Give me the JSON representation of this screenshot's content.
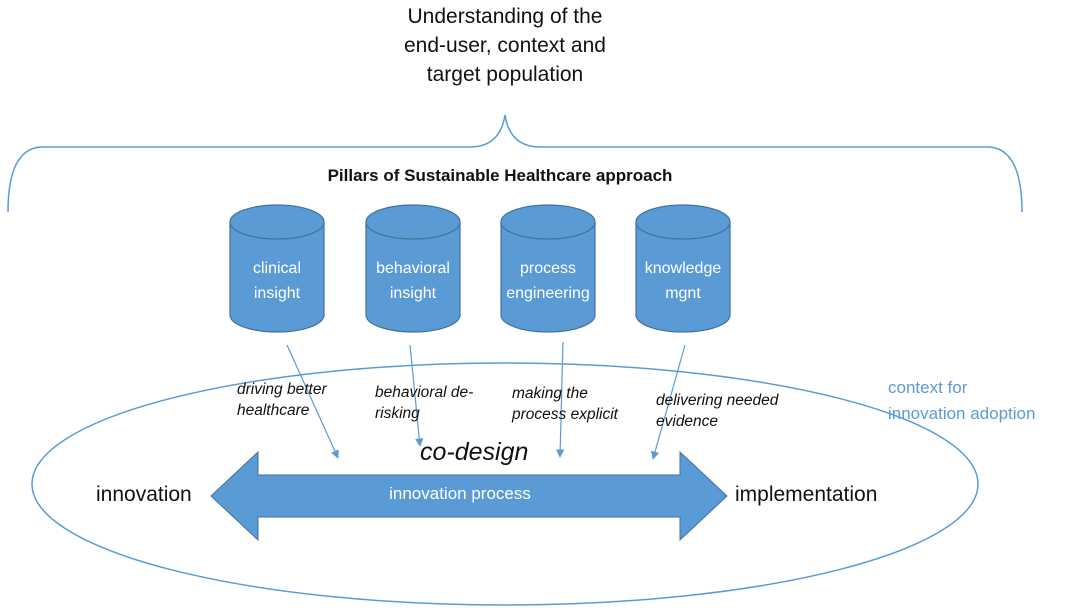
{
  "top_title": {
    "lines": [
      "Understanding of  the",
      "end-user, context and",
      "target population"
    ]
  },
  "pillars_title": "Pillars of Sustainable Healthcare approach",
  "pillars": [
    {
      "line1": "clinical",
      "line2": "insight",
      "contribution_line1": "driving better",
      "contribution_line2": "healthcare"
    },
    {
      "line1": "behavioral",
      "line2": "insight",
      "contribution_line1": "behavioral de-",
      "contribution_line2": "risking"
    },
    {
      "line1": "process",
      "line2": "engineering",
      "contribution_line1": "making the",
      "contribution_line2": "process explicit"
    },
    {
      "line1": "knowledge",
      "line2": "mgnt",
      "contribution_line1": "delivering needed",
      "contribution_line2": "evidence"
    }
  ],
  "co_design": "co-design",
  "arrow": {
    "label": "innovation process",
    "left_label": "innovation",
    "right_label": "implementation"
  },
  "context": {
    "line1": "context for",
    "line2": "innovation adoption"
  },
  "colors": {
    "cylinder_fill": "#5b9bd5",
    "cylinder_stroke": "#41719c",
    "line_blue": "#5b9bd5",
    "context_text": "#5a9bd5"
  }
}
